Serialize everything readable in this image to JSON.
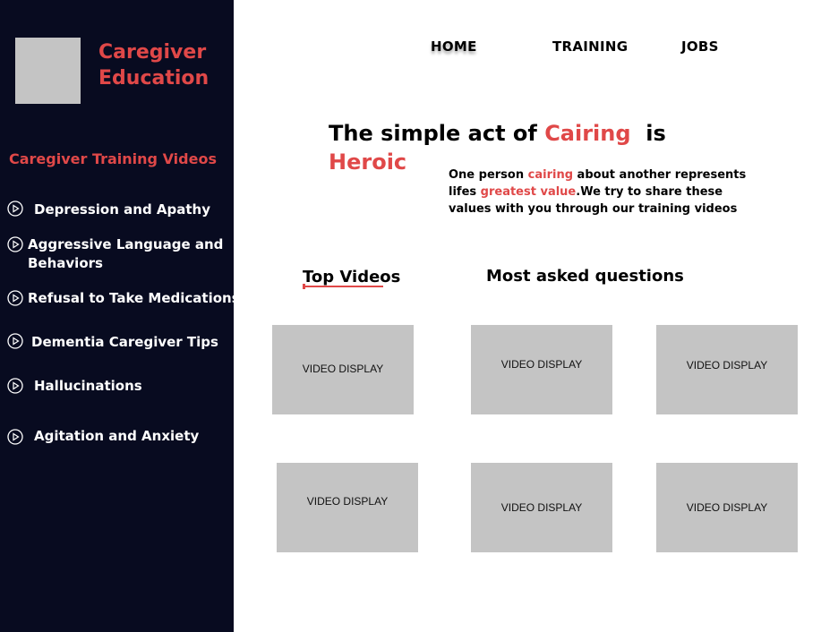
{
  "sidebar": {
    "brand": "Caregiver Education",
    "section_title": "Caregiver Training Videos",
    "items": [
      {
        "label": "Depression and Apathy",
        "icon": "play-circle-icon"
      },
      {
        "label": "Aggressive Language and Behaviors",
        "icon": "play-circle-icon"
      },
      {
        "label": "Refusal to Take Medications",
        "icon": "play-circle-icon"
      },
      {
        "label": "Dementia Caregiver Tips",
        "icon": "play-circle-icon"
      },
      {
        "label": "Hallucinations",
        "icon": "play-circle-icon"
      },
      {
        "label": "Agitation and Anxiety",
        "icon": "play-circle-icon"
      }
    ]
  },
  "nav": {
    "home": "HOME",
    "training": "TRAINING",
    "jobs": "JOBS"
  },
  "hero": {
    "prefix": "The simple act of ",
    "highlight": "Cairing",
    "suffix": "  is",
    "line2": "Heroic"
  },
  "tagline": {
    "p1": "One person ",
    "h1": "cairing",
    "p2": " about another represents lifes ",
    "h2": "greatest value",
    "p3": ".We try to share these values with you through our training videos"
  },
  "sections": {
    "top_videos": "Top Videos",
    "most_asked": "Most asked questions"
  },
  "videos": [
    {
      "label": "VIDEO DISPLAY"
    },
    {
      "label": "VIDEO DISPLAY"
    },
    {
      "label": "VIDEO DISPLAY"
    },
    {
      "label": "VIDEO DISPLAY"
    },
    {
      "label": "VIDEO DISPLAY"
    },
    {
      "label": "VIDEO DISPLAY"
    }
  ],
  "colors": {
    "sidebar_bg": "#080b20",
    "accent": "#e04848",
    "placeholder": "#c4c4c4"
  }
}
